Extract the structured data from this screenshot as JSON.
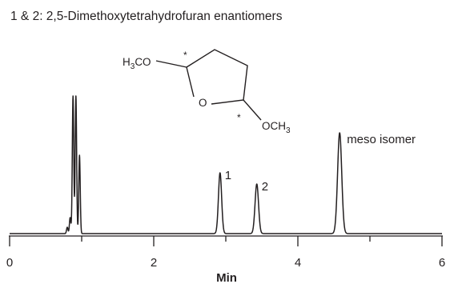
{
  "chart_data": {
    "type": "line",
    "title": "1 & 2:  2,5-Dimethoxytetrahydrofuran enantiomers",
    "xlabel": "Min",
    "ylabel": "",
    "xlim": [
      0,
      6
    ],
    "xticks": [
      "0",
      "2",
      "4",
      "6"
    ],
    "grid": false,
    "series": [
      {
        "peaks": [
          {
            "rt": 0.8,
            "height": 0.04
          },
          {
            "rt": 0.84,
            "height": 0.1
          },
          {
            "rt": 0.88,
            "height": 0.86
          },
          {
            "rt": 0.92,
            "height": 0.86
          },
          {
            "rt": 0.97,
            "height": 0.49
          },
          {
            "rt": 2.92,
            "height": 0.38,
            "label": "1"
          },
          {
            "rt": 3.43,
            "height": 0.31,
            "label": "2"
          },
          {
            "rt": 4.58,
            "height": 0.63,
            "label": "meso isomer"
          }
        ]
      }
    ],
    "structure": {
      "left_group": "H3CO",
      "right_group": "OCH3",
      "ring_oxygen": "O",
      "stereo_mark": "*"
    }
  }
}
